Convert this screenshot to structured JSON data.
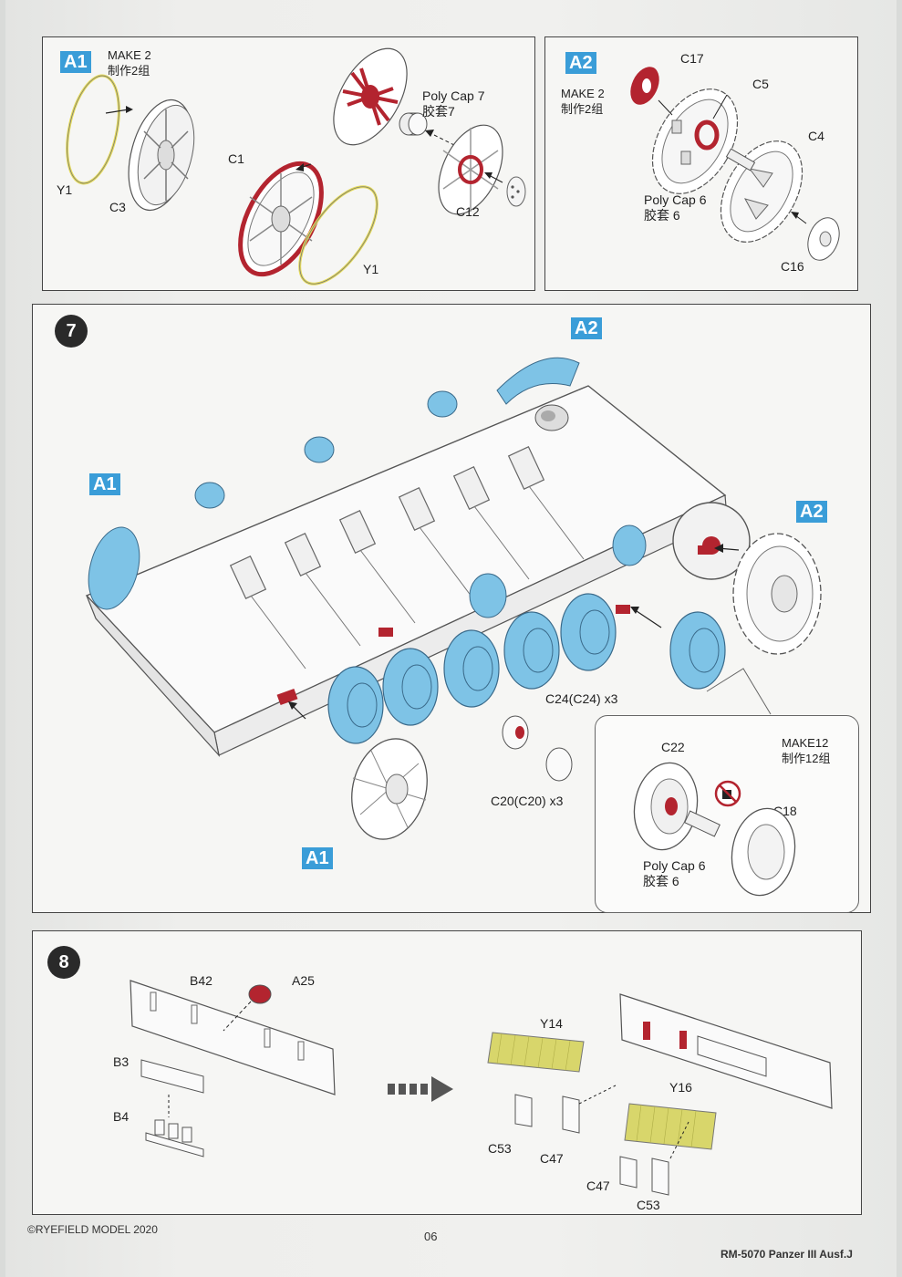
{
  "colors": {
    "tag_blue": "#3a9dd8",
    "wheel_blue": "#7ec3e6",
    "part_red": "#b3242f",
    "ring_yellow": "#e6dc5a",
    "mesh_yellow": "#d8d66b"
  },
  "a1": {
    "tag": "A1",
    "make_en": "MAKE 2",
    "make_cn": "制作2组",
    "labels": {
      "y1_left": "Y1",
      "c3": "C3",
      "c1": "C1",
      "y1_right": "Y1",
      "c12": "C12"
    },
    "polycap_en": "Poly Cap 7",
    "polycap_cn": "胶套7"
  },
  "a2": {
    "tag": "A2",
    "make_en": "MAKE 2",
    "make_cn": "制作2组",
    "labels": {
      "c17": "C17",
      "c5": "C5",
      "c4": "C4",
      "c16": "C16"
    },
    "polycap_en": "Poly Cap 6",
    "polycap_cn": "胶套 6"
  },
  "step7": {
    "number": "7",
    "tags": {
      "a1_top": "A1",
      "a2_top": "A2",
      "a2_right": "A2",
      "a1_bottom": "A1"
    },
    "c24_label": "C24(C24) x3",
    "c20_label": "C20(C20) x3",
    "sub": {
      "make_en": "MAKE12",
      "make_cn": "制作12组",
      "c22": "C22",
      "c18": "C18",
      "polycap_en": "Poly Cap 6",
      "polycap_cn": "胶套 6"
    }
  },
  "step8": {
    "number": "8",
    "labels": {
      "b42": "B42",
      "a25": "A25",
      "b3": "B3",
      "b4": "B4",
      "y14": "Y14",
      "y16": "Y16",
      "c53_a": "C53",
      "c47_a": "C47",
      "c47_b": "C47",
      "c53_b": "C53"
    }
  },
  "footer": {
    "copyright": "©RYEFIELD MODEL 2020",
    "page": "06",
    "model": "RM-5070 Panzer III Ausf.J"
  }
}
